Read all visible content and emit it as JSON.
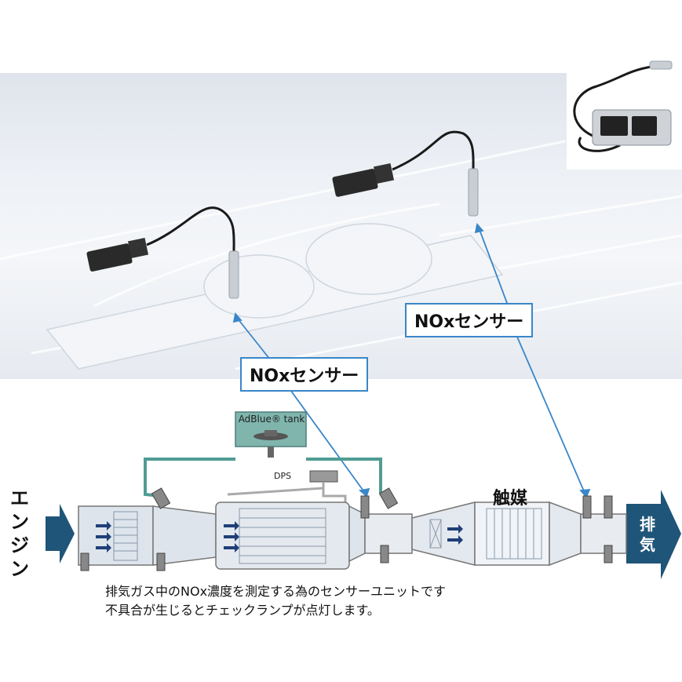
{
  "labels": {
    "nox_sensor_1": "NOxセンサー",
    "nox_sensor_2": "NOxセンサー"
  },
  "diagram": {
    "engine_label": "エンジン",
    "exhaust_label": "排気",
    "catalyst_label": "触媒",
    "adblue_tank_label": "AdBlue® tank",
    "dps_label": "DPS"
  },
  "caption": {
    "line1": "排気ガス中のNOx濃度を測定する為のセンサーユニットです",
    "line2": "不具合が生じるとチェックランプが点灯します。"
  },
  "colors": {
    "accent_blue": "#3a86c8",
    "arrow_navy": "#1f5578",
    "tank_teal": "#7fb5ad",
    "pipe_teal": "#4f9c93"
  }
}
